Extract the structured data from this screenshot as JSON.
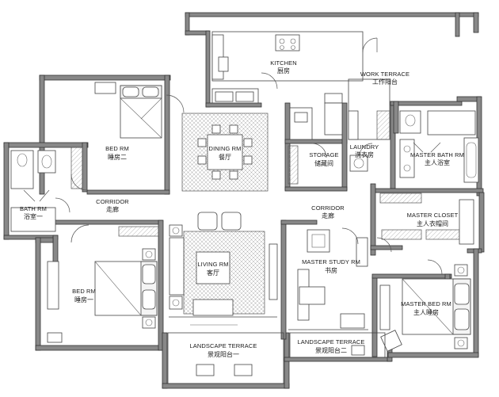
{
  "rooms": {
    "kitchen": {
      "en": "KITCHEN",
      "cn": "厨房"
    },
    "work_terrace": {
      "en": "WORK TERRACE",
      "cn": "工作阳台"
    },
    "bed_rm_2": {
      "en": "BED RM",
      "cn": "睡房二"
    },
    "dining_rm": {
      "en": "DINING RM",
      "cn": "餐厅"
    },
    "storage": {
      "en": "STORAGE",
      "cn": "储藏间"
    },
    "laundry": {
      "en": "LAUNDRY",
      "cn": "洗衣房"
    },
    "master_bath": {
      "en": "MASTER BATH RM",
      "cn": "主人浴室"
    },
    "bath_rm_1": {
      "en": "BATH RM",
      "cn": "浴室一"
    },
    "corridor_left": {
      "en": "CORRIDOR",
      "cn": "走廊"
    },
    "corridor_mid": {
      "en": "CORRIDOR",
      "cn": "走廊"
    },
    "master_closet": {
      "en": "MASTER CLOSET",
      "cn": "主人衣帽间"
    },
    "living_rm": {
      "en": "LIVING RM",
      "cn": "客厅"
    },
    "master_study": {
      "en": "MASTER STUDY RM",
      "cn": "书房"
    },
    "bed_rm_1": {
      "en": "BED RM",
      "cn": "睡房一"
    },
    "master_bed": {
      "en": "MASTER BED RM",
      "cn": "主人睡房"
    },
    "landscape_1": {
      "en": "LANDSCAPE TERRACE",
      "cn": "景观阳台一"
    },
    "landscape_2": {
      "en": "LANDSCAPE TERRACE",
      "cn": "景观阳台二"
    }
  }
}
